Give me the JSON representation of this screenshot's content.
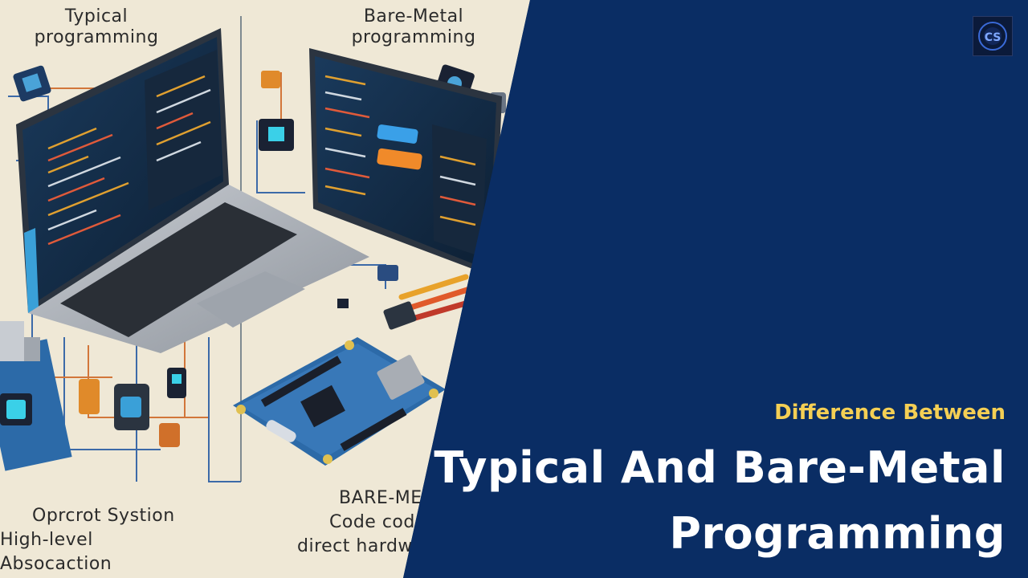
{
  "illustration": {
    "left_heading": [
      "Typical",
      "programming"
    ],
    "right_heading": [
      "Bare-Metal",
      "programming"
    ],
    "bottom_left": [
      "Oprcrot Systion",
      "High-level Absocaction"
    ],
    "bottom_right": [
      "BARE-ME",
      "Code cod",
      "direct hardw"
    ]
  },
  "banner": {
    "kicker": "Difference Between",
    "title_line1": "Typical And Bare-Metal",
    "title_line2": "Programming"
  },
  "logo": {
    "text": "CS"
  },
  "colors": {
    "navy": "#0a2d64",
    "kicker": "#f4cf54",
    "title": "#ffffff",
    "paper": "#efe8d6"
  }
}
